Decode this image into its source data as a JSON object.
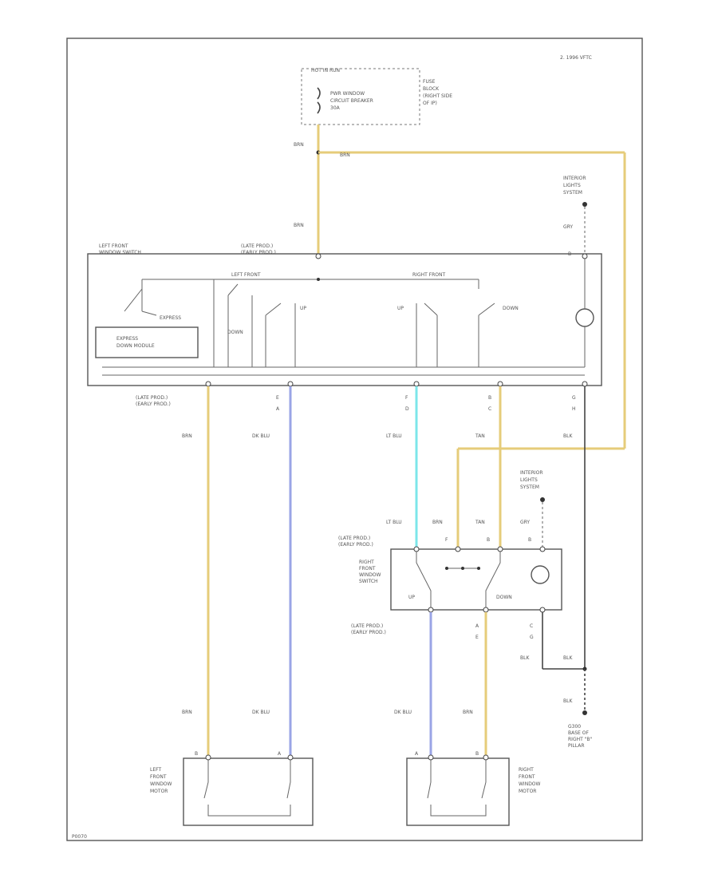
{
  "diagram": {
    "ref_code": "2. 1996 VFTC",
    "footer_code": "P0070",
    "fuse": {
      "header": "HOT IN RUN",
      "label": "PWR WINDOW\nCIRCUIT BREAKER\n30A",
      "location": "FUSE\nBLOCK\n(RIGHT SIDE\nOF IP)"
    },
    "interior_lights_top": "INTERIOR\nLIGHTS\nSYSTEM",
    "interior_lights_right": "INTERIOR\nLIGHTS\nSYSTEM",
    "left_switch": {
      "name": "LEFT FRONT\nWINDOW SWITCH",
      "late_early": "(LATE PROD.)\n(EARLY PROD.)",
      "left_window": "LEFT FRONT",
      "right_window": "RIGHT FRONT",
      "express": "EXPRESS",
      "express_module": "EXPRESS\nDOWN MODULE",
      "down": "DOWN",
      "up": "UP"
    },
    "right_switch": {
      "name": "RIGHT\nFRONT\nWINDOW\nSWITCH",
      "late_early": "(LATE PROD.)\n(EARLY PROD.)",
      "late_early_bottom": "(LATE PROD.)\n(EARLY PROD.)",
      "up": "UP",
      "down": "DOWN"
    },
    "wire_colors": {
      "brn": "BRN",
      "dk_blu": "DK BLU",
      "lt_blu": "LT BLU",
      "tan": "TAN",
      "blk": "BLK",
      "gry": "GRY"
    },
    "pin_labels": {
      "top_b": "B",
      "e": "E",
      "f": "F",
      "a": "A",
      "c": "C",
      "d": "D",
      "b": "B",
      "g": "G",
      "h": "H"
    },
    "late_early_mid": "(LATE PROD.)\n(EARLY PROD.)",
    "left_motor": "LEFT\nFRONT\nWINDOW\nMOTOR",
    "right_motor": "RIGHT\nFRONT\nWINDOW\nMOTOR",
    "ground_label": "G300\nBASE OF\nRIGHT \"B\"\nPILLAR",
    "motor_pin_b": "B",
    "motor_pin_a": "A"
  },
  "colors": {
    "brn_wire": "#e6cc7a",
    "dk_blu_wire": "#9aa4e6",
    "lt_blu_wire": "#7ce6ea",
    "tan_wire": "#e6cc7a",
    "blk_wire": "#444444"
  }
}
